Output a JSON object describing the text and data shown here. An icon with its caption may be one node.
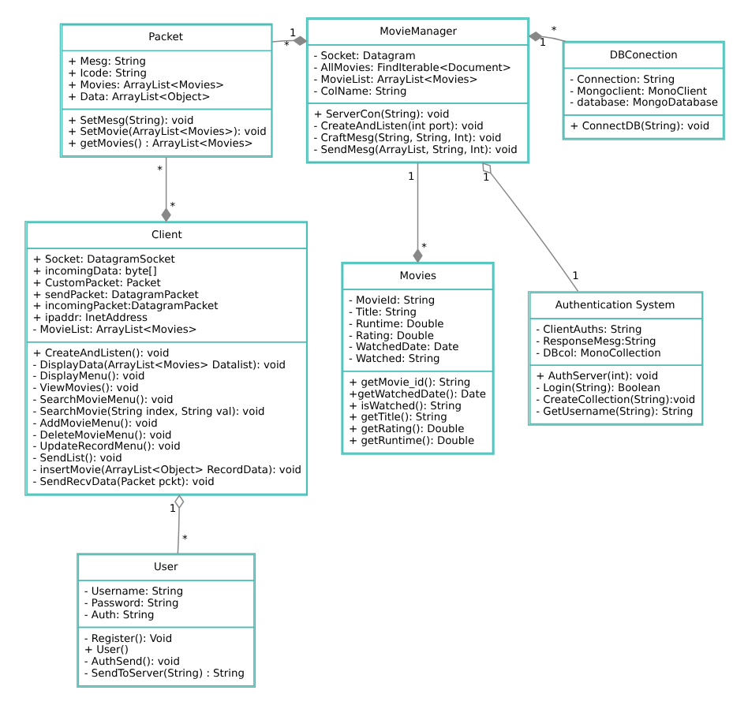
{
  "diagram": {
    "nodes": [
      {
        "text": [
          "Packet",
          "+ Mesg: String + Icode: String + Movies: ArrayList<Movies> + Data: ArrayList<Object>",
          "+ SetMesg(String): void + SetMovie(ArrayList<Movies>): void + getMovies() : ArrayList<Movies>"
        ]
      },
      {
        "text": [
          "MovieManager",
          "- Socket: Datagram - AllMovies: FindIterable<Document> - MovieList: ArrayList<Movies> - ColName: String",
          "+ ServerCon(String): void - CreateAndListen(int port): void - CraftMesg(String, String, Int): void - SendMesg(ArrayList, String, Int): void"
        ]
      },
      {
        "text": [
          "DBConection",
          "- Connection: String - Mongoclient: MonoClient - database: MongoDatabase",
          "+ ConnectDB(String): void"
        ]
      },
      {
        "text": [
          "Client",
          "+ Socket: DatagramSocket + incomingData: byte[] + CustomPacket: Packet + sendPacket: DatagramPacket + incomingPacket:DatagramPacket + ipaddr: InetAddress - MovieList: ArrayList<Movies>",
          "+ CreateAndListen(): void - DisplayData(ArrayList<Movies> Datalist): void - DisplayMenu(): void - ViewMovies(): void - SearchMovieMenu(): void - SearchMovie(String index, String val): void - AddMovieMenu(): void - DeleteMovieMenu(): void - UpdateRecordMenu(): void - SendList(): void - insertMovie(ArrayList<Object> RecordData): void - SendRecvData(Packet pckt): void"
        ]
      },
      {
        "text": [
          "Movies",
          "- MovieId: String - Title: String - Runtime: Double - Rating: Double - WatchedDate: Date - Watched: String",
          "+ getMovie_id(): String +getWatchedDate(): Date + isWatched(): String + getTitle(): String + getRating(): Double + getRuntime(): Double"
        ]
      },
      {
        "text": [
          "Authentication System",
          "- ClientAuths: String - ResponseMesg:String - DBcol: MonoCollection",
          "+ AuthServer(int): void - Login(String): Boolean - CreateCollection(String):void - GetUsername(String): String"
        ]
      },
      {
        "text": [
          "User",
          "- Username: String - Password: String - Auth: String",
          "- Register(): Void + User() - AuthSend(): void - SendToServer(String) : String"
        ]
      }
    ],
    "edges": [
      {
        "from": 0,
        "to": 1,
        "arrow": "other"
      },
      {
        "from": 2,
        "to": 1,
        "arrow": "other"
      },
      {
        "from": 0,
        "to": 3,
        "arrow": "other"
      },
      {
        "from": 1,
        "to": 4,
        "arrow": "other"
      },
      {
        "from": 5,
        "to": 1,
        "arrow": "other"
      },
      {
        "from": 6,
        "to": 3,
        "arrow": "other"
      }
    ],
    "labels": [
      "*",
      "1",
      "1",
      "*",
      "*",
      "*",
      "1",
      "*",
      "1",
      "1",
      "1",
      "*"
    ]
  }
}
